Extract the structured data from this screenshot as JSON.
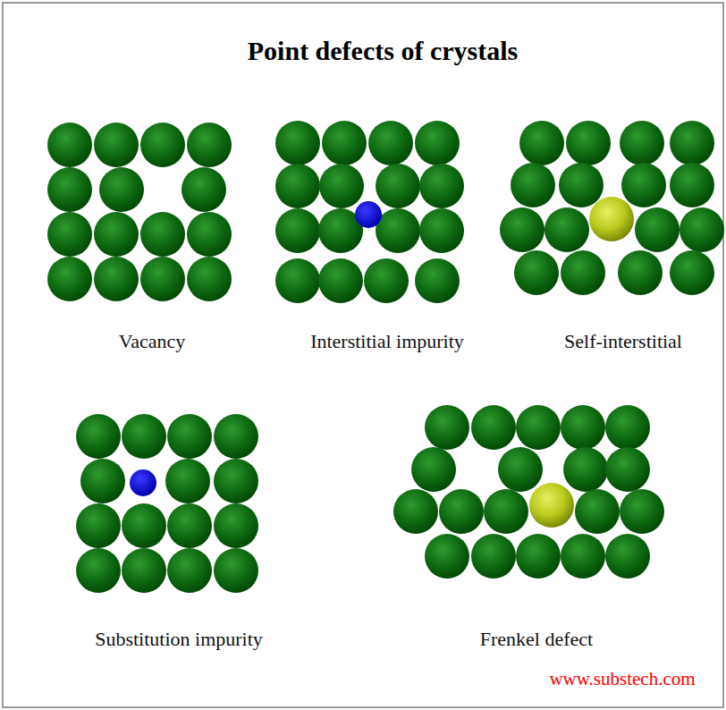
{
  "diagram": {
    "title": "Point defects of crystals",
    "labels": [
      "Vacancy",
      "Interstitial impurity",
      "Self-interstitial",
      "Substitution impurity",
      "Frenkel defect",
      "www.substech.com"
    ]
  }
}
